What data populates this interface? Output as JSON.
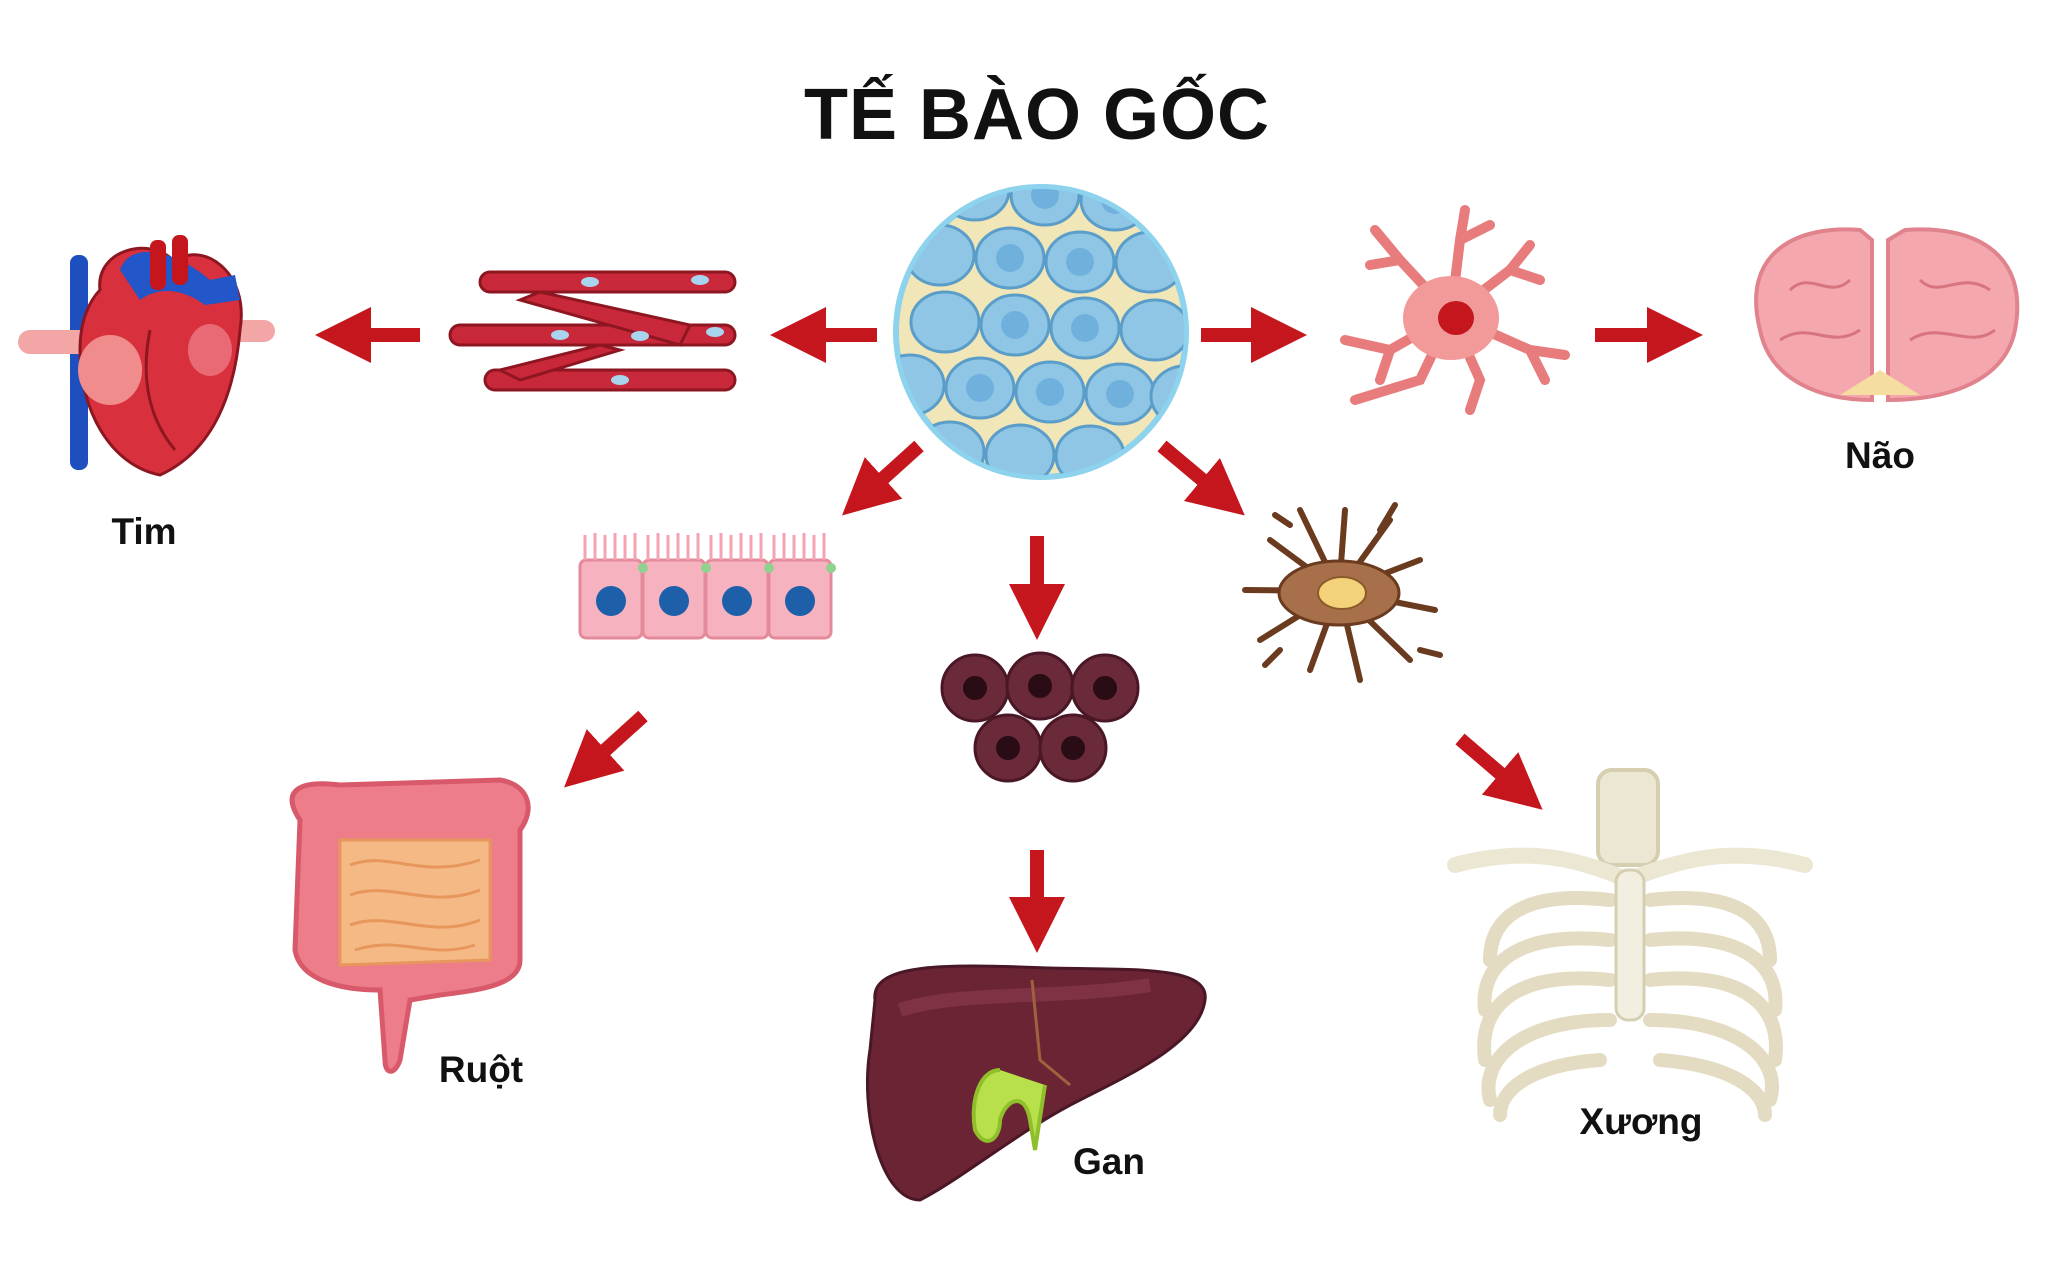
{
  "title": "TẾ BÀO GỐC",
  "labels": {
    "heart": "Tim",
    "brain": "Não",
    "intestine": "Ruột",
    "liver": "Gan",
    "bone": "Xương"
  },
  "colors": {
    "arrow": "#c4161c",
    "stem_cell": "#8fc6e6",
    "stem_matrix": "#f1e6b8"
  }
}
